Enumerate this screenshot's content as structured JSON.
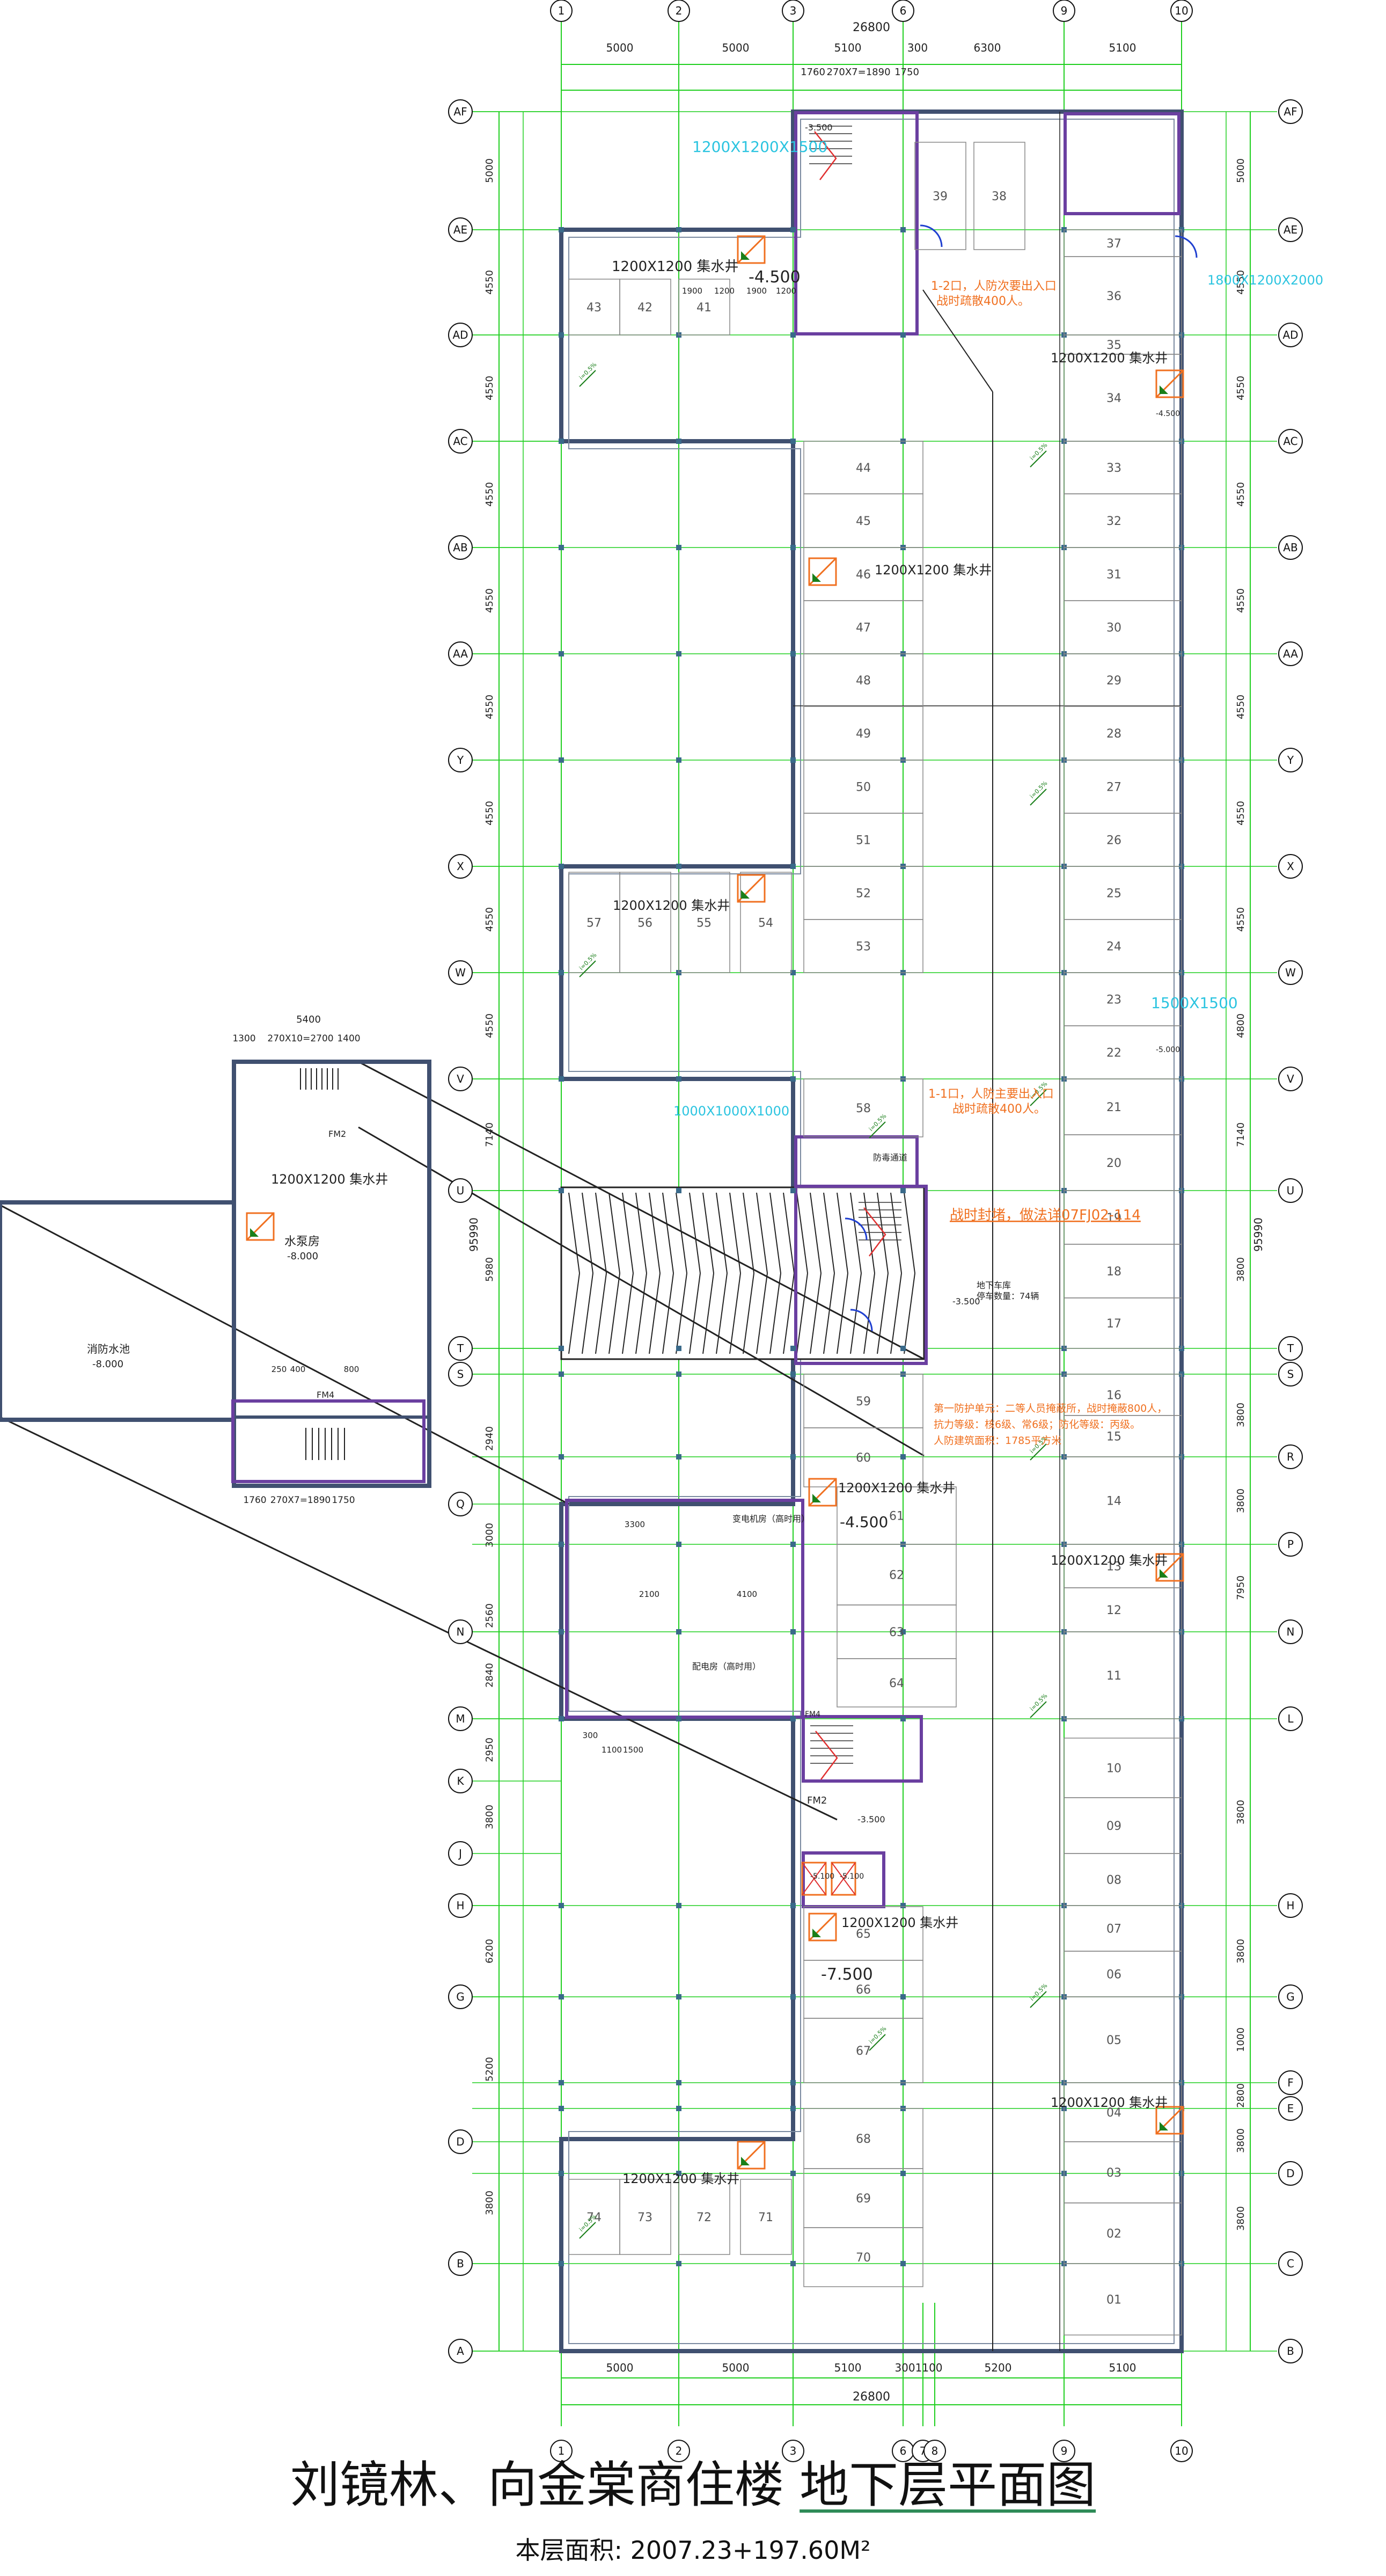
{
  "title": {
    "main": "刘镜林、向金棠商住楼",
    "sub": "地下层平面图",
    "area_label": "本层面积:",
    "area_value": "2007.23+197.60M²"
  },
  "axes": {
    "columns_top": [
      "1",
      "2",
      "3",
      "6",
      "9",
      "10"
    ],
    "columns_bottom": [
      "1",
      "2",
      "3",
      "6",
      "7",
      "8",
      "9",
      "10"
    ],
    "rows": [
      "AF",
      "AE",
      "AD",
      "AC",
      "AB",
      "AA",
      "Y",
      "X",
      "W",
      "V",
      "U",
      "T",
      "S",
      "R",
      "P",
      "N",
      "L",
      "H",
      "G",
      "F",
      "E",
      "D",
      "C",
      "B",
      "A"
    ],
    "rows_left": [
      "AF",
      "AE",
      "AD",
      "AC",
      "AB",
      "AA",
      "Y",
      "X",
      "W",
      "V",
      "U",
      "T",
      "S",
      "Q",
      "N",
      "M",
      "K",
      "J",
      "H",
      "G",
      "D",
      "B",
      "A"
    ]
  },
  "dimensions": {
    "top_total": "26800",
    "top_spans": [
      "5000",
      "5000",
      "5100",
      "300",
      "6300",
      "5100"
    ],
    "top_detail": [
      "1760",
      "270X7=1890",
      "1750"
    ],
    "bottom_total": "26800",
    "bottom_spans": [
      "5000",
      "5000",
      "5100",
      "3001100",
      "5200",
      "5100"
    ],
    "left_spans": [
      "5000",
      "4550",
      "4550",
      "4550",
      "4550",
      "4550",
      "4550",
      "4550",
      "4550",
      "7140",
      "5980",
      "2940",
      "3000",
      "2560",
      "2840",
      "2950",
      "3800",
      "6200",
      "5200",
      "3800"
    ],
    "right_spans": [
      "5000",
      "4550",
      "4550",
      "4550",
      "4550",
      "4550",
      "4550",
      "4550",
      "4800",
      "7140",
      "3800",
      "3800",
      "3800",
      "7950",
      "3800",
      "3800",
      "1000",
      "2800",
      "3800",
      "3800"
    ],
    "total_vertical": "95990",
    "annex_width": "5400",
    "annex_detail": [
      "1300",
      "270X10=2700",
      "1400"
    ],
    "annex_bottom": [
      "1760",
      "270X7=1890",
      "1750"
    ],
    "small_dims": [
      "1900",
      "1200",
      "1900",
      "1200",
      "3300",
      "2100",
      "4100",
      "300",
      "1100",
      "1500",
      "250",
      "400",
      "800"
    ]
  },
  "parking_spaces": [
    "01",
    "02",
    "03",
    "04",
    "05",
    "06",
    "07",
    "08",
    "09",
    "10",
    "11",
    "12",
    "13",
    "14",
    "15",
    "16",
    "17",
    "18",
    "19",
    "20",
    "21",
    "22",
    "23",
    "24",
    "25",
    "26",
    "27",
    "28",
    "29",
    "30",
    "31",
    "32",
    "33",
    "34",
    "35",
    "36",
    "37",
    "38",
    "39",
    "41",
    "42",
    "43",
    "44",
    "45",
    "46",
    "47",
    "48",
    "49",
    "50",
    "51",
    "52",
    "53",
    "54",
    "55",
    "56",
    "57",
    "58",
    "59",
    "60",
    "61",
    "62",
    "63",
    "64",
    "65",
    "66",
    "67",
    "68",
    "69",
    "70",
    "71",
    "72",
    "73",
    "74"
  ],
  "labels": {
    "sump_1200": "1200X1200 集水井",
    "sump_short": "1200X1200",
    "level_m4500": "-4.500",
    "level_m3500": "-3.500",
    "level_m5100": "-5.100",
    "level_m7500": "-7.500",
    "level_m8000": "-8.000",
    "level_m5000": "-5.000",
    "pump_room": "水泵房",
    "fire_pool": "消防水池",
    "transformer": "变电机房（高时用）",
    "distribution": "配电房（高时用）",
    "ramp_note": "i=0.5%",
    "exit_note_1": "1-2口，人防次要出入口",
    "exit_note_1b": "战时疏散400人。",
    "exit_note_2": "1-1口，人防主要出入口",
    "exit_note_2b": "战时疏散400人。",
    "seal_note": "战时封堵，做法详07FJ02-114",
    "defense_note_1": "第一防护单元：二等人员掩蔽所，战时掩蔽800人，",
    "defense_note_2": "抗力等级：核6级、常6级；防化等级：丙级。",
    "defense_note_3": "人防建筑面积：1785平方米",
    "vent_top": "1200X1200X1500",
    "vent_mid": "1000X1000X1000",
    "vent_right": "1500X1500",
    "vent_right_top": "1800X1200X2000",
    "door_fm2": "FM2",
    "door_fm4": "FM4",
    "room_39": "39",
    "room_38": "38",
    "decon": "防毒通道",
    "sump_label": "集水井",
    "parking_count": "停车数量：74辆",
    "underground_garage": "地下车库"
  }
}
